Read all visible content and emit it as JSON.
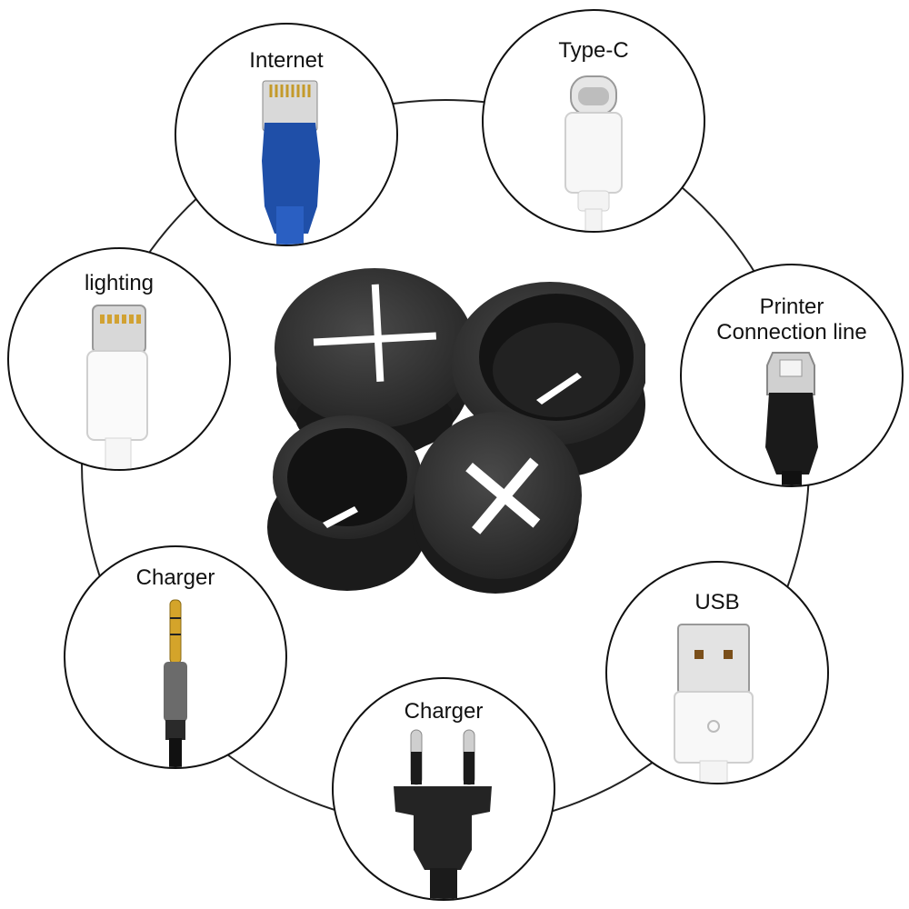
{
  "accent": "#1f4fa8",
  "connectors": [
    {
      "id": "internet",
      "label": "Internet",
      "icon": "rj45-ethernet-plug-icon"
    },
    {
      "id": "type-c",
      "label": "Type-C",
      "icon": "usb-type-c-plug-icon"
    },
    {
      "id": "lighting",
      "label": "lighting",
      "icon": "lightning-plug-icon"
    },
    {
      "id": "printer",
      "label": "Printer\nConnection line",
      "label_lines": [
        "Printer",
        "Connection line"
      ],
      "icon": "usb-type-b-plug-icon"
    },
    {
      "id": "charger-audio",
      "label": "Charger",
      "icon": "audio-jack-plug-icon"
    },
    {
      "id": "usb",
      "label": "USB",
      "icon": "usb-a-plug-icon"
    },
    {
      "id": "charger-power",
      "label": "Charger",
      "icon": "power-plug-icon"
    }
  ],
  "product": {
    "icon": "silicone-grommet-icon",
    "count": 4
  }
}
